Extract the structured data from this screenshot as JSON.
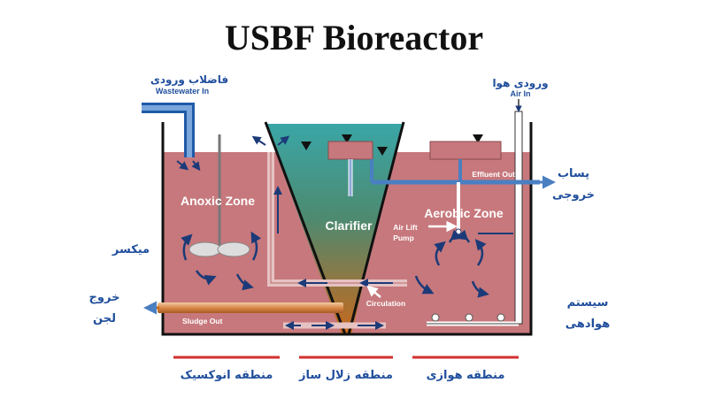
{
  "title": "USBF Bioreactor",
  "labels": {
    "wastewater_in_fa": "فاضلاب ورودی",
    "wastewater_in_en": "Wastewater In",
    "air_in_fa": "ورودی هوا",
    "air_in_en": "Air In",
    "effluent_out_en": "Effluent Out",
    "effluent_fa_1": "پساب",
    "effluent_fa_2": "خروجی",
    "anoxic_zone": "Anoxic Zone",
    "clarifier": "Clarifier",
    "aerobic_zone": "Aerobic Zone",
    "air_lift_pump_1": "Air Lift",
    "air_lift_pump_2": "Pump",
    "mixer_fa": "میکسر",
    "sludge_out_fa_1": "خروج",
    "sludge_out_fa_2": "لجن",
    "sludge_out_en": "Sludge Out",
    "circulation": "Circulation",
    "aeration_fa_1": "سیستم",
    "aeration_fa_2": "هوادهی"
  },
  "zones_fa": [
    "منطقه انوکسیک",
    "منطقه زلال ساز",
    "منطقه هوازی"
  ],
  "colors": {
    "tank_fill": "#c7787c",
    "clarifier_top": "#3aa6a6",
    "clarifier_bottom": "#c8681c",
    "pipe_blue": "#4a7fc2",
    "arrow_navy": "#1c3a78",
    "label_blue": "#1f4e9c",
    "zone_underline": "#d32f2f"
  }
}
